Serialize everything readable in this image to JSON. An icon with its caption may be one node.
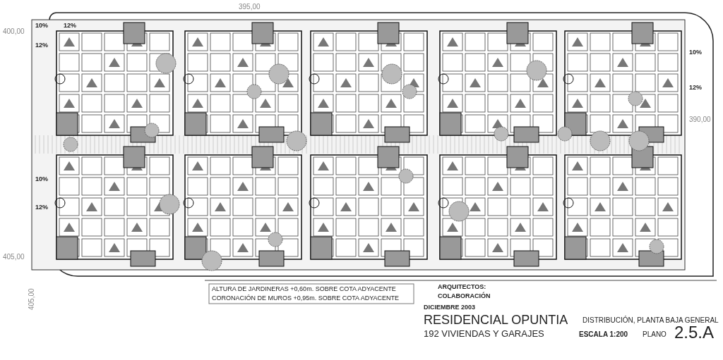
{
  "diagram": {
    "labels": [
      "400,00",
      "395,00",
      "390,00",
      "405,00",
      "405,00",
      "10%",
      "12%",
      "12%",
      "10%",
      "12%",
      "10%",
      "12%",
      "ALTURA DE JARDINERAS +0,60m. SOBRE COTA ADYACENTE",
      "CORONACIÓN DE MUROS +0,95m. SOBRE COTA ADYACENTE",
      "ARQUITECTOS:",
      "COLABORACIÓN",
      "DICIEMBRE 2003",
      "RESIDENCIAL OPUNTIA",
      "192 VIVIENDAS Y GARAJES",
      "DISTRIBUCIÓN, PLANTA BAJA GENERAL",
      "ESCALA 1:200",
      "PLANO",
      "2.5.A"
    ]
  }
}
